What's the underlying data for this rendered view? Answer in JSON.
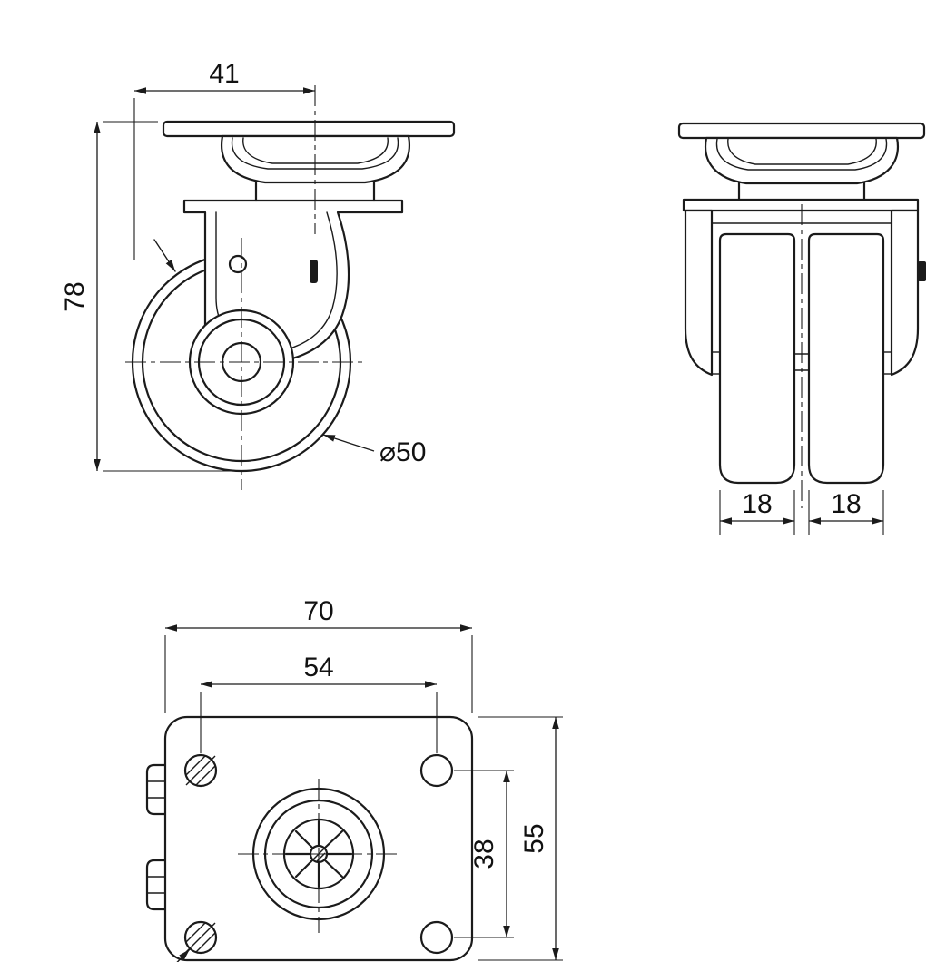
{
  "meta": {
    "background_color": "#ffffff",
    "line_color": "#1b1b1b",
    "subject": "swivel-caster-technical-drawing"
  },
  "drawing": {
    "side_view": {
      "offset_width": "41",
      "overall_height": "78",
      "wheel_diameter": "⌀50"
    },
    "front_view": {
      "left_wheel_width": "18",
      "right_wheel_width": "18"
    },
    "plan_view": {
      "plate_width": "70",
      "bolt_hole_spacing_width": "54",
      "bolt_hole_spacing_depth": "38",
      "plate_depth": "55"
    }
  }
}
